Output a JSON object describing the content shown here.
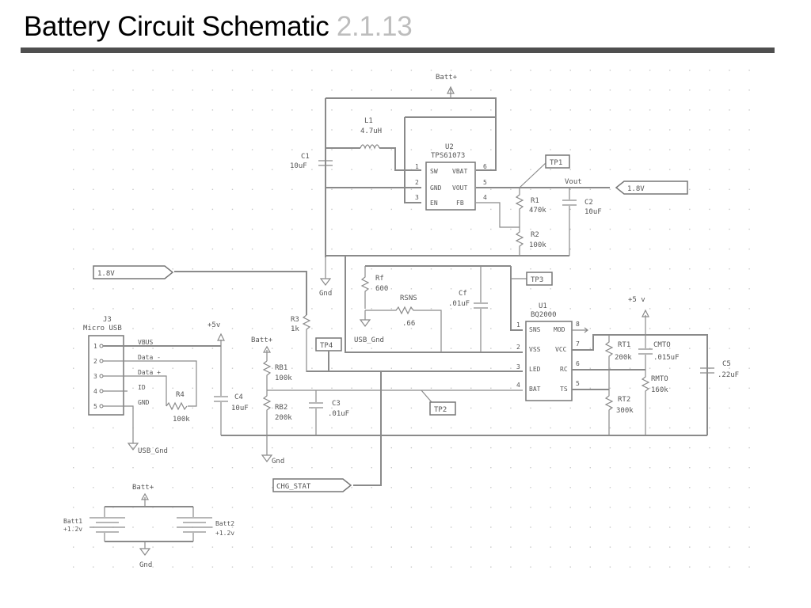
{
  "header": {
    "title": "Battery Circuit Schematic",
    "version": "2.1.13"
  },
  "schematic": {
    "power_labels": {
      "batt_plus_top": "Batt+",
      "batt_plus_mid": "Batt+",
      "batt_plus_bottom": "Batt+",
      "plus5v_left": "+5v",
      "plus5v_right": "+5 v",
      "gnd_top": "Gnd",
      "gnd_mid": "Gnd",
      "gnd_bottom": "Gnd",
      "usb_gnd_left": "USB_Gnd",
      "usb_gnd_mid": "USB_Gnd"
    },
    "net_labels": {
      "vout": "Vout",
      "out_1v8": "1.8V",
      "in_1v8": "1.8V",
      "chg_stat": "CHG_STAT"
    },
    "test_points": [
      "TP1",
      "TP2",
      "TP3",
      "TP4"
    ],
    "u2": {
      "ref": "U2",
      "part": "TPS61073",
      "pins_left": [
        {
          "num": "1",
          "name": "SW"
        },
        {
          "num": "2",
          "name": "GND"
        },
        {
          "num": "3",
          "name": "EN"
        }
      ],
      "pins_right": [
        {
          "num": "6",
          "name": "VBAT"
        },
        {
          "num": "5",
          "name": "VOUT"
        },
        {
          "num": "4",
          "name": "FB"
        }
      ]
    },
    "u1": {
      "ref": "U1",
      "part": "BQ2000",
      "pins_left": [
        {
          "num": "1",
          "name": "SNS"
        },
        {
          "num": "2",
          "name": "VSS"
        },
        {
          "num": "3",
          "name": "LED"
        },
        {
          "num": "4",
          "name": "BAT"
        }
      ],
      "pins_right": [
        {
          "num": "8",
          "name": "MOD"
        },
        {
          "num": "7",
          "name": "VCC"
        },
        {
          "num": "6",
          "name": "RC"
        },
        {
          "num": "5",
          "name": "TS"
        }
      ]
    },
    "j3": {
      "ref": "J3",
      "part": "Micro USB",
      "pins": [
        {
          "num": "1",
          "name": "VBUS"
        },
        {
          "num": "2",
          "name": "Data -"
        },
        {
          "num": "3",
          "name": "Data +"
        },
        {
          "num": "4",
          "name": "ID"
        },
        {
          "num": "5",
          "name": "GND"
        }
      ]
    },
    "components": {
      "L1": {
        "ref": "L1",
        "value": "4.7uH"
      },
      "C1": {
        "ref": "C1",
        "value": "10uF"
      },
      "C2": {
        "ref": "C2",
        "value": "10uF"
      },
      "R1": {
        "ref": "R1",
        "value": "470k"
      },
      "R2": {
        "ref": "R2",
        "value": "100k"
      },
      "R3": {
        "ref": "R3",
        "value": "1k"
      },
      "R4": {
        "ref": "R4",
        "value": "100k"
      },
      "Rf": {
        "ref": "Rf",
        "value": "600"
      },
      "RSNS": {
        "ref": "RSNS",
        "value": ".66"
      },
      "Cf": {
        "ref": "Cf",
        "value": ".01uF"
      },
      "RB1": {
        "ref": "RB1",
        "value": "100k"
      },
      "RB2": {
        "ref": "RB2",
        "value": "200k"
      },
      "C3": {
        "ref": "C3",
        "value": ".01uF"
      },
      "C4": {
        "ref": "C4",
        "value": "10uF"
      },
      "RT1": {
        "ref": "RT1",
        "value": "200k"
      },
      "RT2": {
        "ref": "RT2",
        "value": "300k"
      },
      "CMTO": {
        "ref": "CMTO",
        "value": ".015uF"
      },
      "RMTO": {
        "ref": "RMTO",
        "value": "160k"
      },
      "C5": {
        "ref": "C5",
        "value": ".22uF"
      },
      "Batt1": {
        "ref": "Batt1",
        "value": "+1.2v"
      },
      "Batt2": {
        "ref": "Batt2",
        "value": "+1.2v"
      }
    }
  }
}
